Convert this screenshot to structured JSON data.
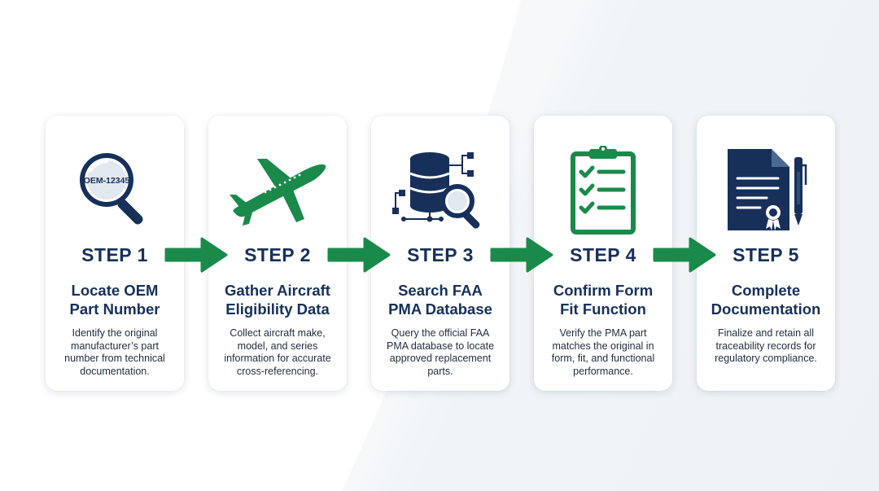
{
  "colors": {
    "navy": "#16305a",
    "green": "#1a8a4a",
    "text": "#1f2d3d",
    "card": "#ffffff"
  },
  "steps": [
    {
      "label": "STEP 1",
      "title_line1": "Locate OEM",
      "title_line2": "Part Number",
      "description": "Identify the original manufacturer’s part number from technical documentation.",
      "icon": "magnifier-icon",
      "icon_text": "OEM-12345"
    },
    {
      "label": "STEP 2",
      "title_line1": "Gather Aircraft",
      "title_line2": "Eligibility Data",
      "description": "Collect aircraft make, model, and series information for accurate cross-referencing.",
      "icon": "airplane-icon"
    },
    {
      "label": "STEP 3",
      "title_line1": "Search FAA",
      "title_line2": "PMA Database",
      "description": "Query the official FAA PMA database to locate approved replacement parts.",
      "icon": "database-search-icon"
    },
    {
      "label": "STEP 4",
      "title_line1": "Confirm Form",
      "title_line2": "Fit Function",
      "description": "Verify the PMA part matches the original in form, fit, and functional performance.",
      "icon": "clipboard-checklist-icon"
    },
    {
      "label": "STEP 5",
      "title_line1": "Complete",
      "title_line2": "Documentation",
      "description": "Finalize and retain all traceability records for regulatory compliance.",
      "icon": "document-certificate-icon"
    }
  ]
}
